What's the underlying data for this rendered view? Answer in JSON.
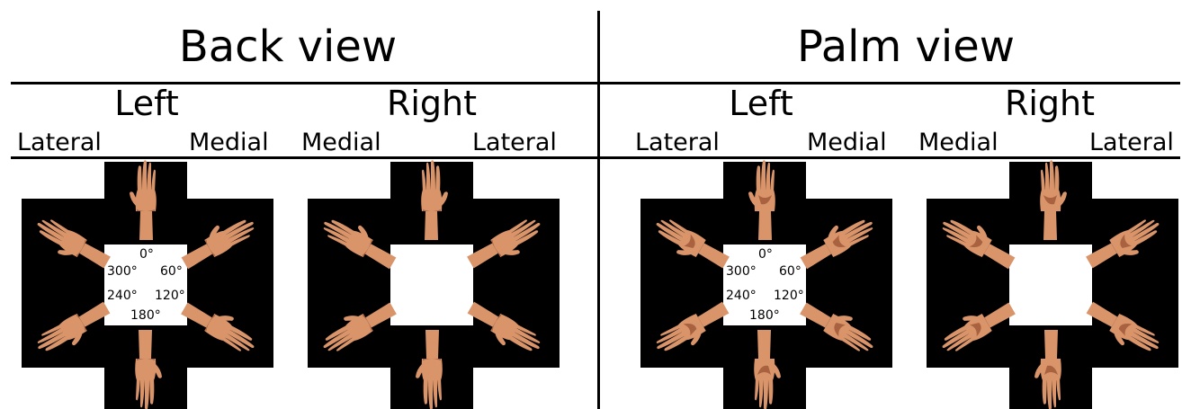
{
  "headers": {
    "back_view": "Back view",
    "palm_view": "Palm view"
  },
  "panels": [
    {
      "side": "Left",
      "left_label": "Lateral",
      "right_label": "Medial",
      "view": "back",
      "show_degrees": true
    },
    {
      "side": "Right",
      "left_label": "Medial",
      "right_label": "Lateral",
      "view": "back",
      "show_degrees": false
    },
    {
      "side": "Left",
      "left_label": "Lateral",
      "right_label": "Medial",
      "view": "palm",
      "show_degrees": true
    },
    {
      "side": "Right",
      "left_label": "Medial",
      "right_label": "Lateral",
      "view": "palm",
      "show_degrees": false
    }
  ],
  "degrees": {
    "d0": "0°",
    "d60": "60°",
    "d120": "120°",
    "d180": "180°",
    "d240": "240°",
    "d300": "300°"
  },
  "colors": {
    "skin": "#d9946a",
    "skin_shadow": "#a8623f",
    "background": "#000000"
  }
}
